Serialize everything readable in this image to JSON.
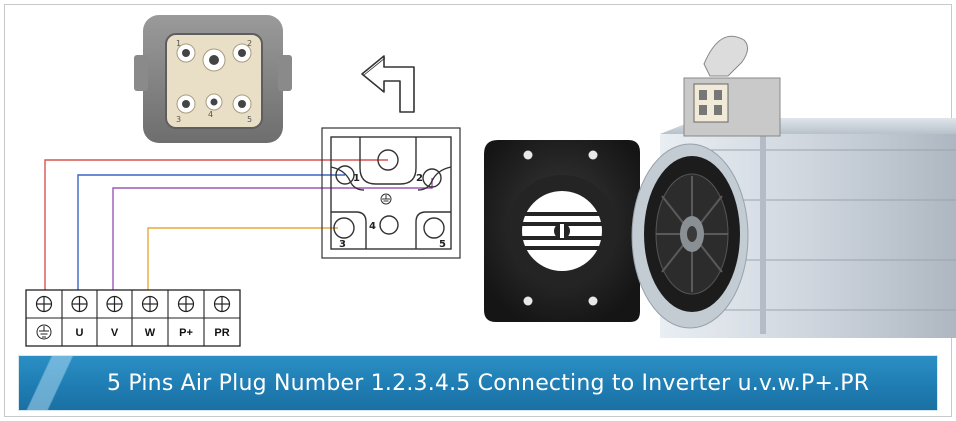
{
  "pin_labels": [
    "1",
    "2",
    "3",
    "4",
    "5"
  ],
  "terminal_labels": [
    "U",
    "V",
    "W",
    "P+",
    "PR"
  ],
  "banner_text": "5 Pins Air Plug Number 1.2.3.4.5 Connecting to Inverter u.v.w.P+.PR",
  "icons": {
    "ground": "ground-symbol-icon",
    "screw": "screw-terminal-icon",
    "arrow": "bent-arrow-icon"
  },
  "wire_colors": {
    "ground": "#d9534f",
    "u": "#3b63c7",
    "v": "#9b59b6",
    "w": "#e8a93c"
  },
  "banner_color": "#1f7db3"
}
